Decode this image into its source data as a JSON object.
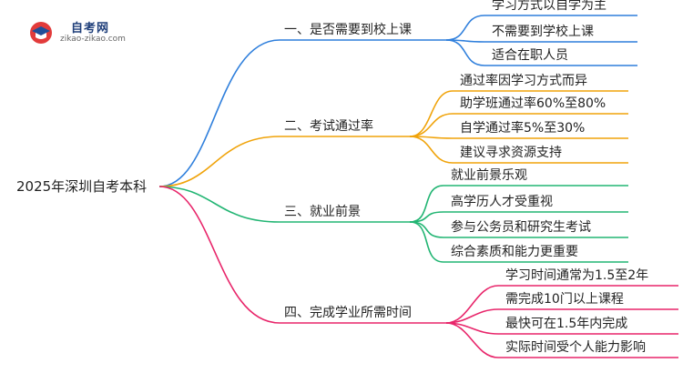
{
  "logo": {
    "title": "自考网",
    "subtitle": "zikao-zikao.com",
    "mark_icon": "graduation-cap-icon"
  },
  "root": {
    "label": "2025年深圳自考本科"
  },
  "branches": [
    {
      "label": "一、是否需要到校上课",
      "color": "#2f7fdc",
      "children": [
        "学习方式以自学为主",
        "不需要到学校上课",
        "适合在职人员"
      ]
    },
    {
      "label": "二、考试通过率",
      "color": "#f0a30a",
      "children": [
        "通过率因学习方式而异",
        "助学班通过率60%至80%",
        "自学通过率5%至30%",
        "建议寻求资源支持"
      ]
    },
    {
      "label": "三、就业前景",
      "color": "#22b573",
      "children": [
        "就业前景乐观",
        "高学历人才受重视",
        "参与公务员和研究生考试",
        "综合素质和能力更重要"
      ]
    },
    {
      "label": "四、完成学业所需时间",
      "color": "#e8256a",
      "children": [
        "学习时间通常为1.5至2年",
        "需完成10门以上课程",
        "最快可在1.5年内完成",
        "实际时间受个人能力影响"
      ]
    }
  ]
}
